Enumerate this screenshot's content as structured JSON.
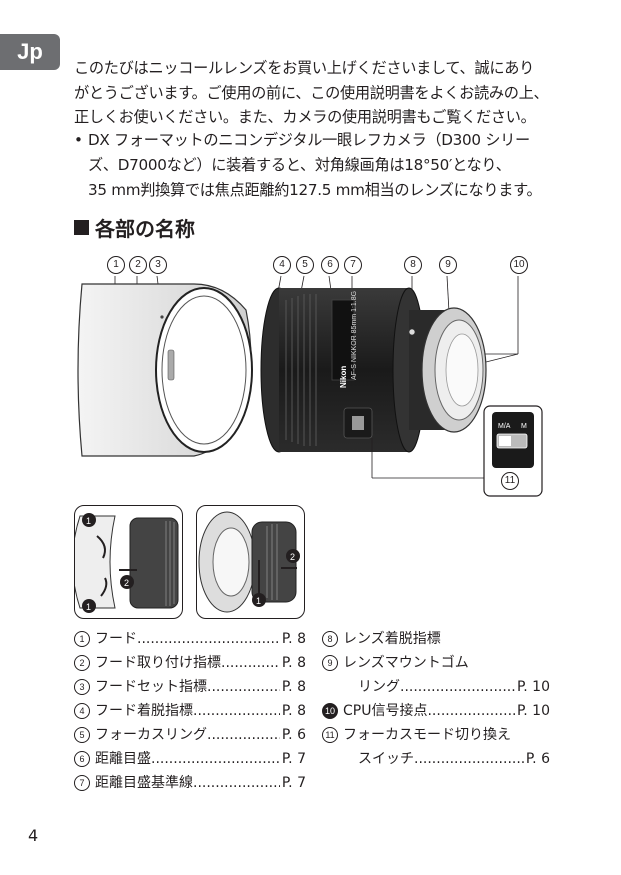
{
  "lang_tab": "Jp",
  "intro": [
    "このたびはニッコールレンズをお買い上げくださいまして、誠にあり",
    "がとうございます。ご使用の前に、この使用説明書をよくお読みの上、",
    "正しくお使いください。また、カメラの使用説明書もご覧ください。"
  ],
  "bullet": {
    "mark": "•",
    "lines": [
      "DX フォーマットのニコンデジタル一眼レフカメラ（D300 シリー",
      "ズ、D7000など）に装着すると、対角線画角は18°50′となり、",
      "35 mm判換算では焦点距離約127.5 mm相当のレンズになります。"
    ]
  },
  "heading": "各部の名称",
  "diagram_labels": {
    "callouts": [
      "1",
      "2",
      "3",
      "4",
      "5",
      "6",
      "7",
      "8",
      "9",
      "10"
    ],
    "switch_m_a": "M/A",
    "switch_m": "M",
    "switch_callout": "11",
    "lens_text_1": "Nikon",
    "lens_text_2": "AF-S NIKKOR 85mm 1:1.8G",
    "step_1": "1",
    "step_2": "2"
  },
  "parts_left": [
    {
      "n": "1",
      "label": "フード",
      "page": "P. 8"
    },
    {
      "n": "2",
      "label": "フード取り付け指標",
      "page": "P. 8"
    },
    {
      "n": "3",
      "label": "フードセット指標",
      "page": "P. 8"
    },
    {
      "n": "4",
      "label": "フード着脱指標",
      "page": "P. 8"
    },
    {
      "n": "5",
      "label": "フォーカスリング",
      "page": "P. 6"
    },
    {
      "n": "6",
      "label": "距離目盛",
      "page": "P. 7"
    },
    {
      "n": "7",
      "label": "距離目盛基準線",
      "page": "P. 7"
    }
  ],
  "parts_right": [
    {
      "n": "8",
      "label": "レンズ着脱指標",
      "page": ""
    },
    {
      "n": "9",
      "label": "レンズマウントゴム",
      "page": ""
    },
    {
      "n": "",
      "label": "リング",
      "page": "P. 10"
    },
    {
      "n": "10",
      "label": "CPU信号接点",
      "page": "P. 10"
    },
    {
      "n": "11",
      "label": "フォーカスモード切り換え",
      "page": ""
    },
    {
      "n": "",
      "label": "スイッチ",
      "page": "P. 6"
    }
  ],
  "page_number": "4"
}
